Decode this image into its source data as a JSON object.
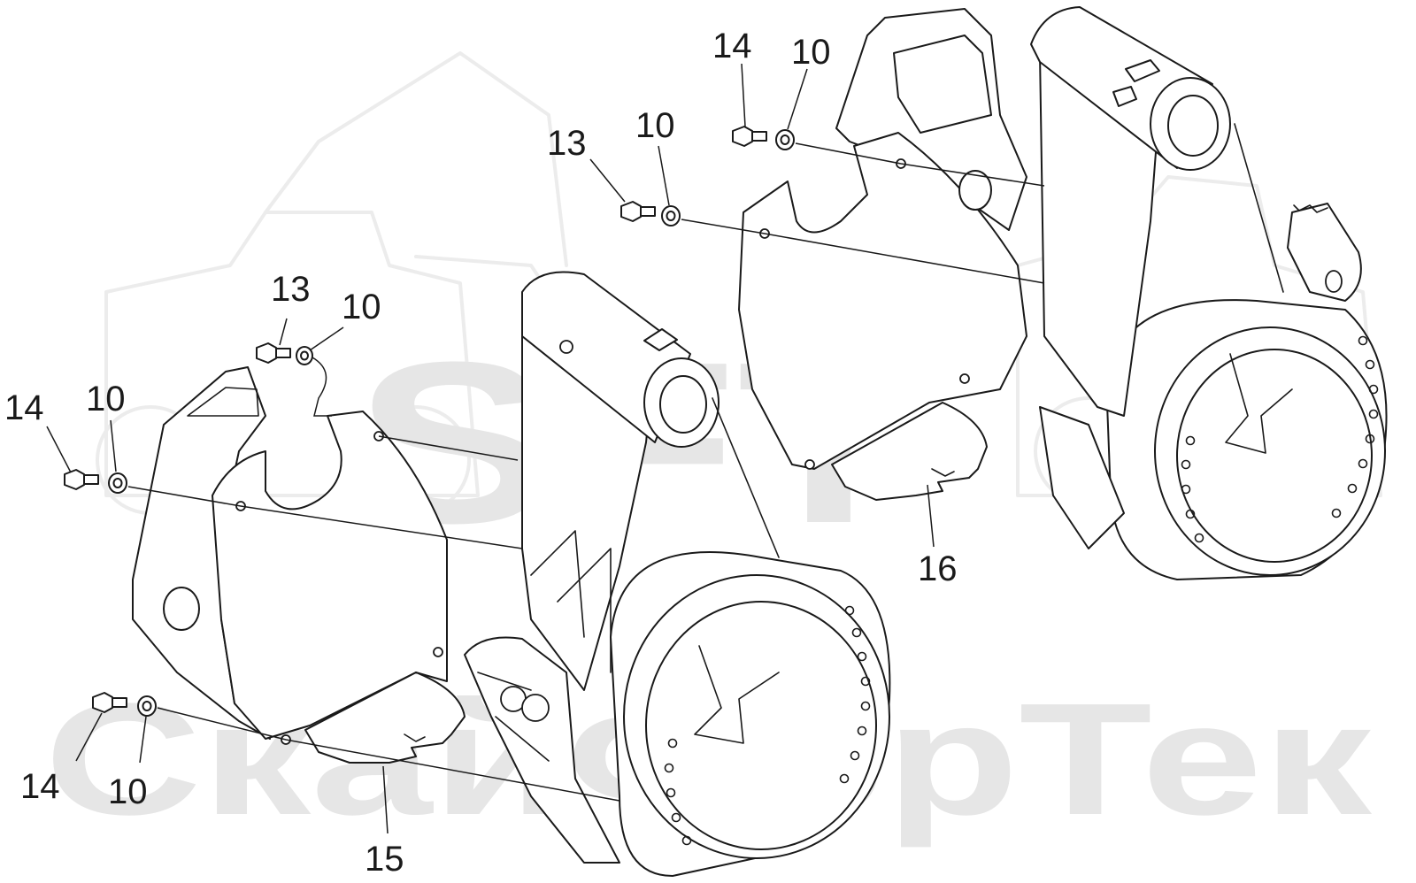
{
  "watermark": {
    "logo_text": "SFT",
    "company_text": "СкайФорТек"
  },
  "callouts": [
    {
      "id": "c1",
      "label": "14"
    },
    {
      "id": "c2",
      "label": "10"
    },
    {
      "id": "c3",
      "label": "13"
    },
    {
      "id": "c4",
      "label": "10"
    },
    {
      "id": "c5",
      "label": "13"
    },
    {
      "id": "c6",
      "label": "10"
    },
    {
      "id": "c7",
      "label": "14"
    },
    {
      "id": "c8",
      "label": "10"
    },
    {
      "id": "c9",
      "label": "14"
    },
    {
      "id": "c10",
      "label": "10"
    },
    {
      "id": "c11",
      "label": "16"
    },
    {
      "id": "c12",
      "label": "15"
    }
  ]
}
